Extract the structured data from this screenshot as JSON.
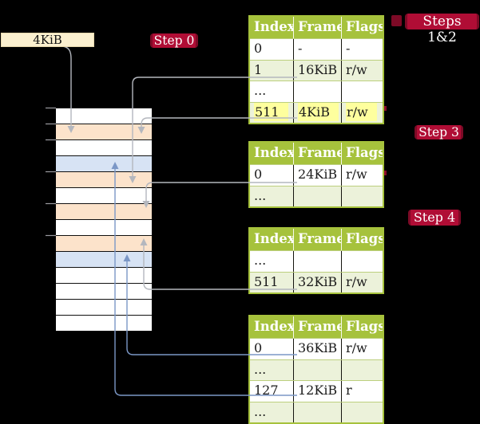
{
  "colors": {
    "background": "#000000",
    "badge_red": "#b00d35",
    "badge_red_dark": "#7d0a26",
    "table_header_green": "#a6c23c",
    "table_border_green": "#a6c23c",
    "table_row_green": "#ecf2da",
    "row_separator": "#bccf7e",
    "memory_page_orange": "#fce3cb",
    "memory_page_blue": "#d7e3f4",
    "memory_free_white": "#ffffff",
    "label_cream": "#fbf0cf",
    "highlight_yellow": "#feff9e",
    "arrow_gray": "#b4b7be",
    "arrow_blue": "#7b97c6",
    "tick_gray": "#9a9aa0",
    "cell_text": "#1a1a1a",
    "header_text": "#ffffff"
  },
  "labels": {
    "frame_size": "4KiB"
  },
  "badges": {
    "step0": "Step 0",
    "steps12": "Steps 1&2",
    "step3": "Step 3",
    "step4": "Step 4"
  },
  "memory": {
    "rows": [
      {
        "state": "free"
      },
      {
        "state": "orange"
      },
      {
        "state": "free"
      },
      {
        "state": "blue"
      },
      {
        "state": "orange"
      },
      {
        "state": "free"
      },
      {
        "state": "orange"
      },
      {
        "state": "free"
      },
      {
        "state": "orange"
      },
      {
        "state": "blue"
      },
      {
        "state": "free"
      },
      {
        "state": "free"
      },
      {
        "state": "free"
      },
      {
        "state": "free"
      }
    ]
  },
  "page_tables": [
    {
      "id": "table-steps-1-2",
      "headers": [
        "Index",
        "Frame",
        "Flags"
      ],
      "rows": [
        {
          "cells": [
            "0",
            "-",
            "-"
          ],
          "shaded": false,
          "highlight": false
        },
        {
          "cells": [
            "1",
            "16KiB",
            "r/w"
          ],
          "shaded": true,
          "highlight": false
        },
        {
          "cells": [
            "...",
            "",
            ""
          ],
          "shaded": false,
          "highlight": false
        },
        {
          "cells": [
            "511",
            "4KiB",
            "r/w"
          ],
          "shaded": true,
          "highlight": true
        }
      ]
    },
    {
      "id": "table-step-3",
      "headers": [
        "Index",
        "Frame",
        "Flags"
      ],
      "rows": [
        {
          "cells": [
            "0",
            "24KiB",
            "r/w"
          ],
          "shaded": false,
          "highlight": false
        },
        {
          "cells": [
            "...",
            "",
            ""
          ],
          "shaded": true,
          "highlight": false
        }
      ]
    },
    {
      "id": "table-step-4-upper",
      "headers": [
        "Index",
        "Frame",
        "Flags"
      ],
      "rows": [
        {
          "cells": [
            "...",
            "",
            ""
          ],
          "shaded": false,
          "highlight": false
        },
        {
          "cells": [
            "511",
            "32KiB",
            "r/w"
          ],
          "shaded": true,
          "highlight": false
        }
      ]
    },
    {
      "id": "table-step-4-lower",
      "headers": [
        "Index",
        "Frame",
        "Flags"
      ],
      "rows": [
        {
          "cells": [
            "0",
            "36KiB",
            "r/w"
          ],
          "shaded": false,
          "highlight": false
        },
        {
          "cells": [
            "...",
            "",
            ""
          ],
          "shaded": true,
          "highlight": false
        },
        {
          "cells": [
            "127",
            "12KiB",
            "r"
          ],
          "shaded": false,
          "highlight": false
        },
        {
          "cells": [
            "...",
            "",
            ""
          ],
          "shaded": true,
          "highlight": false
        }
      ]
    }
  ]
}
